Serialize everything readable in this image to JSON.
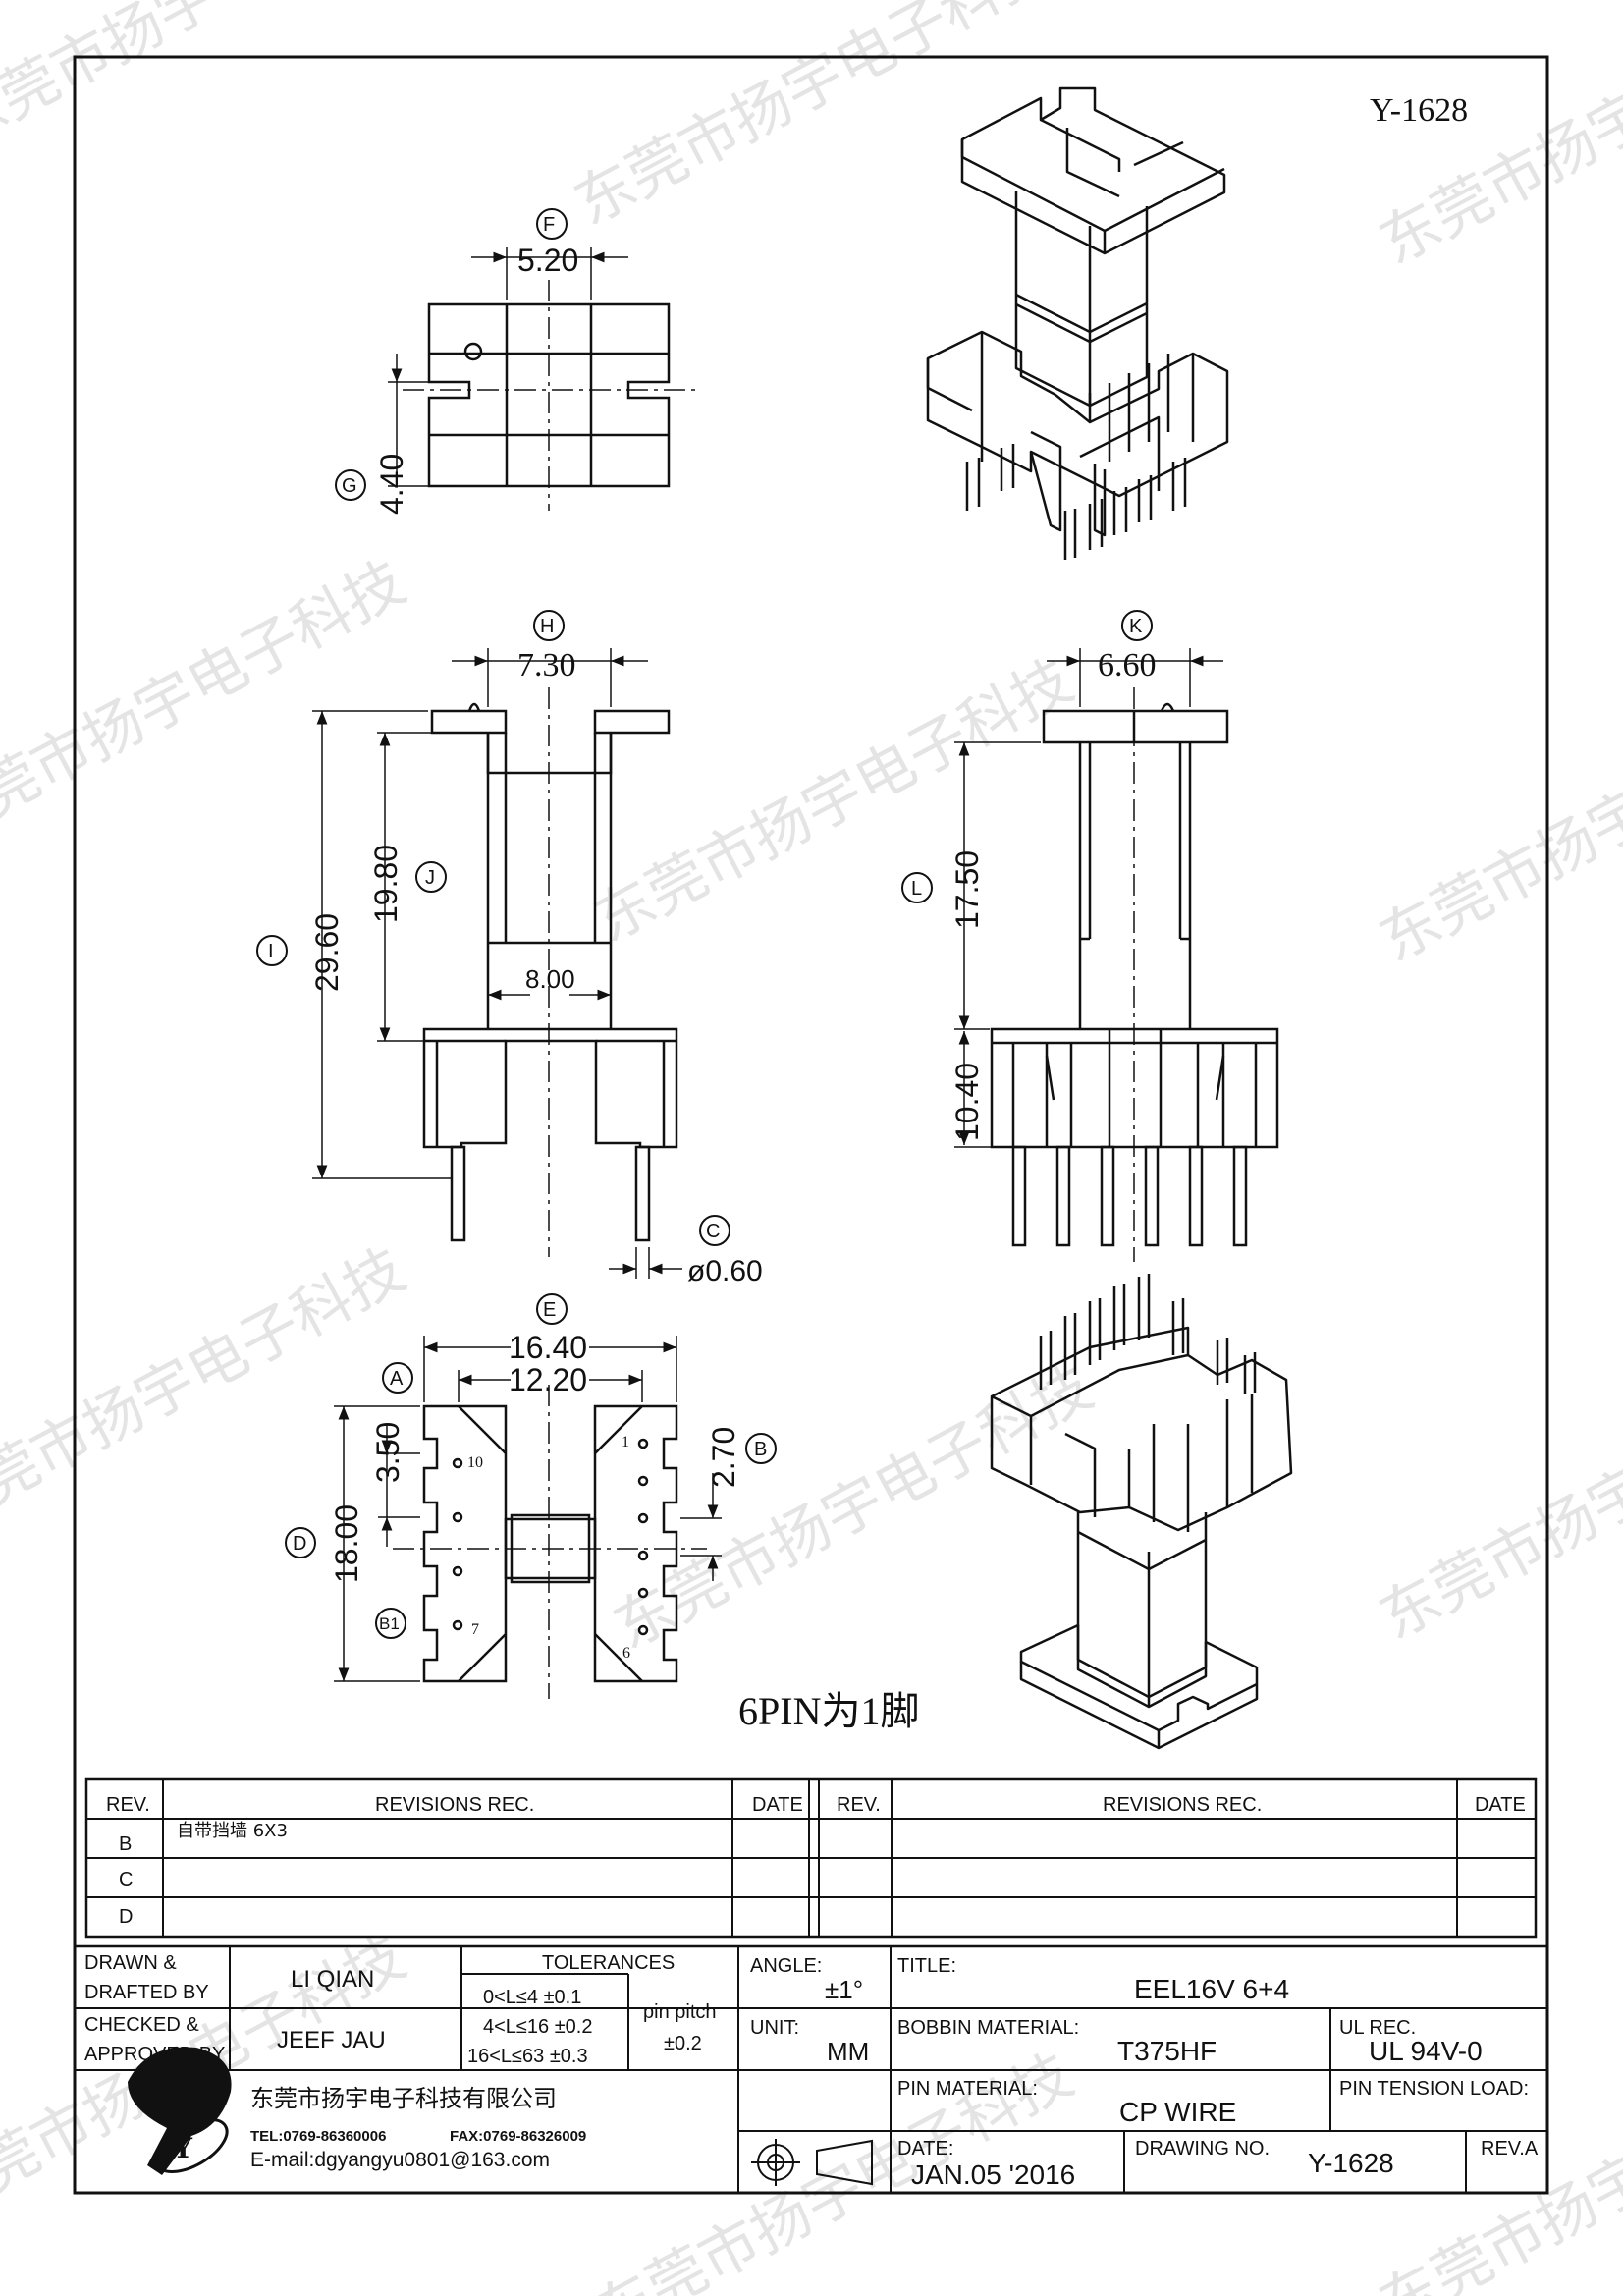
{
  "drawing": {
    "code_top": "Y-1628",
    "note": "6PIN为1脚",
    "watermark": "东莞市扬宇电子科技",
    "views": {
      "top": {
        "F": "F",
        "G": "G",
        "dim_width": "5.20",
        "dim_height": "4.40"
      },
      "front": {
        "H": "H",
        "I": "I",
        "J": "J",
        "C": "C",
        "dim_top": "7.30",
        "dim_total": "29.60",
        "dim_core": "19.80",
        "dim_window": "8.00",
        "dim_pin": "ø0.60"
      },
      "side": {
        "K": "K",
        "L": "L",
        "dim_top": "6.60",
        "dim_core": "17.50",
        "dim_base": "10.40"
      },
      "bottom": {
        "E": "E",
        "A": "A",
        "B": "B",
        "D": "D",
        "B1": "B1",
        "dim_outer": "16.40",
        "dim_inner": "12.20",
        "dim_pitch_left": "3.50",
        "dim_pitch_right": "2.70",
        "dim_height": "18.00",
        "pin_10": "10",
        "pin_1": "1",
        "pin_7": "7",
        "pin_6": "6"
      }
    }
  },
  "revisions": {
    "headers": {
      "rev": "REV.",
      "rec": "REVISIONS   REC.",
      "date": "DATE"
    },
    "rows": [
      {
        "rev": "B",
        "rec": "自带挡墙 6X3",
        "date": ""
      },
      {
        "rev": "C",
        "rec": "",
        "date": ""
      },
      {
        "rev": "D",
        "rec": "",
        "date": ""
      }
    ]
  },
  "title_block": {
    "drawn_label_1": "DRAWN &",
    "drawn_label_2": "DRAFTED BY",
    "drawn_value": "LI QIAN",
    "checked_label_1": "CHECKED &",
    "checked_label_2": "APPROVED BY",
    "checked_value": "JEEF JAU",
    "tolerances_label": "TOLERANCES",
    "tol_1": "0<L≤4    ±0.1",
    "tol_2": "4<L≤16  ±0.2",
    "tol_3": "16<L≤63  ±0.3",
    "pin_pitch_label": "pin pitch",
    "pin_pitch_value": "±0.2",
    "angle_label": "ANGLE:",
    "angle_value": "±1°",
    "unit_label": "UNIT:",
    "unit_value": "MM",
    "title_label": "TITLE:",
    "title_value": "EEL16V  6+4",
    "bobbin_label": "BOBBIN  MATERIAL:",
    "bobbin_value": "T375HF",
    "ul_label": "UL  REC.",
    "ul_value": "UL  94V-0",
    "pin_material_label": "PIN  MATERIAL:",
    "pin_material_value": "CP  WIRE",
    "pin_tension_label": "PIN  TENSION  LOAD:",
    "date_label": "DATE:",
    "date_value": "JAN.05  '2016",
    "drawing_no_label": "DRAWING  NO.",
    "drawing_no_value": "Y-1628",
    "rev_value": "REV.A"
  },
  "company": {
    "name": "东莞市扬宇电子科技有限公司",
    "tel": "TEL:0769-86360006",
    "fax": "FAX:0769-86326009",
    "email": "E-mail:dgyangyu0801@163.com"
  },
  "colors": {
    "line": "#111111",
    "watermark": "#cfcfcf",
    "background": "#ffffff"
  }
}
